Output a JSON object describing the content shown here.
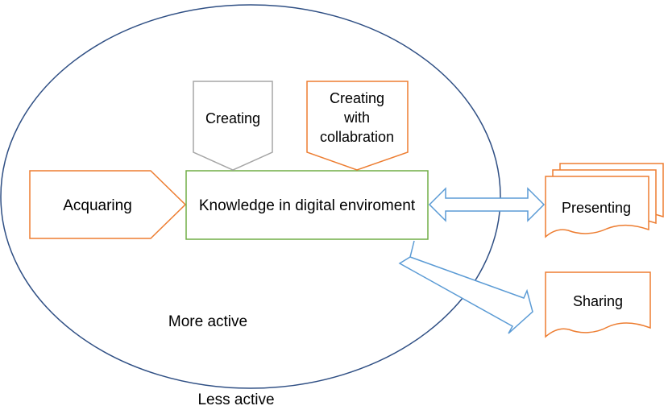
{
  "nodes": {
    "acquiring": "Acquaring",
    "knowledge": "Knowledge in digital enviroment",
    "creating": "Creating",
    "collaboration": [
      "Creating",
      "with",
      "collabration"
    ],
    "presenting": "Presenting",
    "sharing": "Sharing"
  },
  "zones": {
    "inner": "More active",
    "outer": "Less active"
  },
  "colors": {
    "ellipse": "#2f4f84",
    "knowledge_border": "#70ad47",
    "orange": "#ed7d31",
    "gray": "#a5a5a5",
    "arrow": "#5b9bd5"
  }
}
